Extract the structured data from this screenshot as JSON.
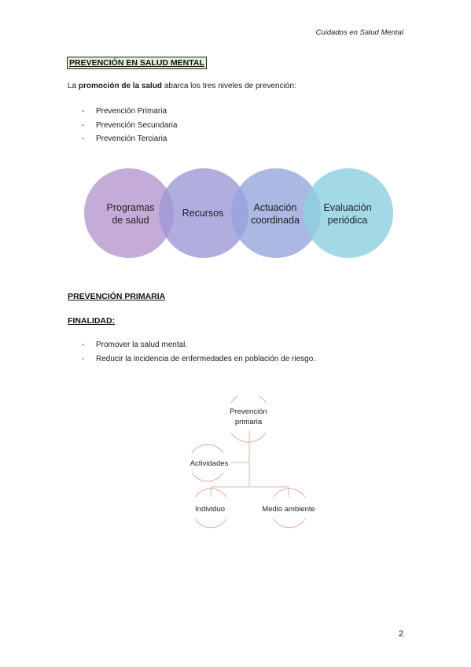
{
  "header": {
    "running_title": "Cuidados en Salud Mental"
  },
  "section1": {
    "title": "PREVENCIÓN EN SALUD MENTAL",
    "intro_prefix": "La ",
    "intro_bold": "promoción de la salud",
    "intro_suffix": " abarca los tres niveles de prevención:",
    "list": [
      "Prevención Primaria",
      "Prevención Secundaria",
      "Prevención Terciaria"
    ]
  },
  "venn": {
    "circles": [
      {
        "line1": "Programas",
        "line2": "de salud",
        "color": "#b89ad0"
      },
      {
        "line1": "Recursos",
        "line2": "",
        "color": "#9b96d6"
      },
      {
        "line1": "Actuación",
        "line2": "coordinada",
        "color": "#93a4dc"
      },
      {
        "line1": "Evaluación",
        "line2": "periódica",
        "color": "#8fd0e2"
      }
    ]
  },
  "section2": {
    "title": "PREVENCIÓN PRIMARIA",
    "subtitle": "FINALIDAD:",
    "list": [
      "Promover la salud mental.",
      "Reducir la incidencia de enfermedades en población de riesgo."
    ]
  },
  "tree": {
    "root_line1": "Prevención",
    "root_line2": "primaria",
    "node_actividades": "Actividades",
    "node_individuo": "Individuo",
    "node_medio": "Medio ambiente",
    "line_color": "#c8c2a2",
    "arc_color": "#e8a4ae"
  },
  "footer": {
    "page_number": "2"
  }
}
